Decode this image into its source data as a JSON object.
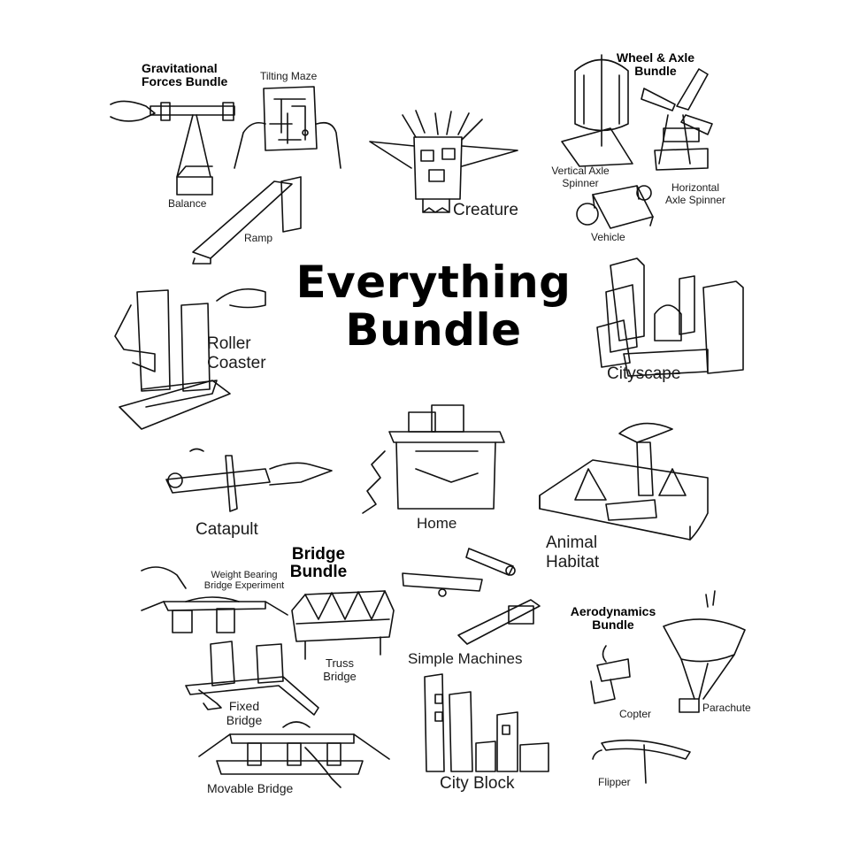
{
  "title": [
    "Everything",
    "Bundle"
  ],
  "labels": {
    "gravitational_bundle": "Gravitational\nForces Bundle",
    "tilting_maze": "Tilting Maze",
    "balance": "Balance",
    "ramp": "Ramp",
    "creature": "Creature",
    "wheel_axle_bundle": "Wheel & Axle\nBundle",
    "vertical_axle_spinner": "Vertical Axle\nSpinner",
    "horizontal_axle_spinner": "Horizontal\nAxle Spinner",
    "vehicle": "Vehicle",
    "roller_coaster": "Roller\nCoaster",
    "cityscape": "Cityscape",
    "catapult": "Catapult",
    "home": "Home",
    "animal_habitat": "Animal\nHabitat",
    "bridge_bundle": "Bridge\nBundle",
    "weight_bearing": "Weight Bearing\nBridge Experiment",
    "truss_bridge": "Truss\nBridge",
    "fixed_bridge": "Fixed\nBridge",
    "movable_bridge": "Movable Bridge",
    "simple_machines": "Simple Machines",
    "city_block": "City Block",
    "aerodynamics_bundle": "Aerodynamics\nBundle",
    "copter": "Copter",
    "parachute": "Parachute",
    "flipper": "Flipper"
  },
  "colors": {
    "ink": "#111111",
    "background": "#ffffff"
  }
}
